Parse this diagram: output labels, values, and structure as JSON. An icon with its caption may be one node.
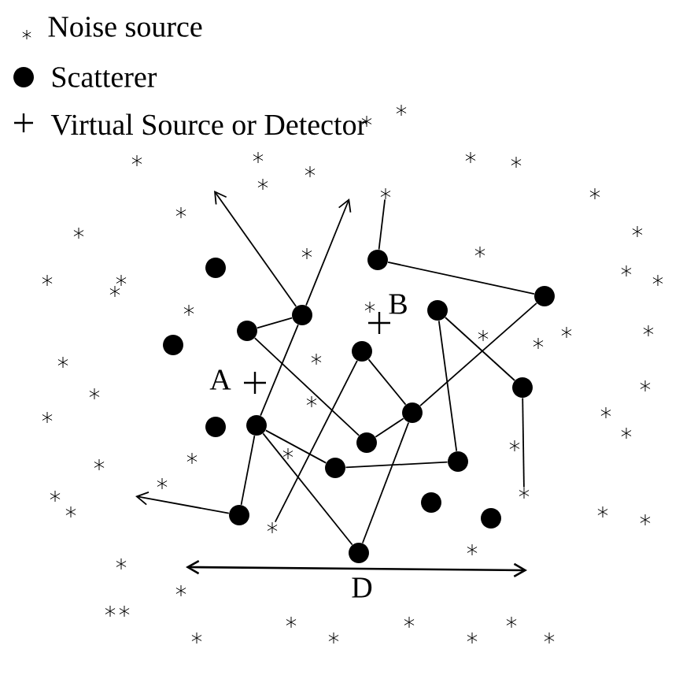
{
  "diagram": {
    "nodes": [
      {
        "text": [],
        "shape": "circle"
      },
      {
        "text": [],
        "shape": "circle"
      },
      {
        "text": [],
        "shape": "circle"
      },
      {
        "text": [],
        "shape": "circle"
      },
      {
        "text": [],
        "shape": "circle"
      },
      {
        "text": [],
        "shape": "circle"
      },
      {
        "text": [],
        "shape": "circle"
      },
      {
        "text": [],
        "shape": "circle"
      },
      {
        "text": [],
        "shape": "circle"
      },
      {
        "text": [],
        "shape": "circle"
      },
      {
        "text": [],
        "shape": "circle"
      },
      {
        "text": [],
        "shape": "circle"
      },
      {
        "text": [],
        "shape": "circle"
      },
      {
        "text": [],
        "shape": "circle"
      },
      {
        "text": [],
        "shape": "circle"
      },
      {
        "text": [],
        "shape": "circle"
      },
      {
        "text": [],
        "shape": "circle"
      },
      {
        "text": [],
        "shape": "circle"
      },
      {
        "text": [],
        "shape": "circle"
      },
      {
        "text": [],
        "shape": "asterisk"
      },
      {
        "text": [],
        "shape": "asterisk"
      },
      {
        "text": [],
        "shape": "asterisk"
      }
    ],
    "edges": [
      {
        "from": 3,
        "to": null,
        "arrow": "to"
      },
      {
        "from": 3,
        "to": null,
        "arrow": "to"
      },
      {
        "from": 3,
        "to": 5,
        "arrow": "none"
      },
      {
        "from": 3,
        "to": 11,
        "arrow": "none"
      },
      {
        "from": 5,
        "to": 12,
        "arrow": "none"
      },
      {
        "from": 12,
        "to": 8,
        "arrow": "none"
      },
      {
        "from": 8,
        "to": 2,
        "arrow": "none"
      },
      {
        "from": 1,
        "to": 2,
        "arrow": "none"
      },
      {
        "from": 1,
        "to": 19,
        "arrow": "none"
      },
      {
        "from": 7,
        "to": 8,
        "arrow": "none"
      },
      {
        "from": 7,
        "to": 21,
        "arrow": "none"
      },
      {
        "from": 4,
        "to": 13,
        "arrow": "none"
      },
      {
        "from": 4,
        "to": 9,
        "arrow": "none"
      },
      {
        "from": 9,
        "to": 20,
        "arrow": "none"
      },
      {
        "from": 11,
        "to": 14,
        "arrow": "none"
      },
      {
        "from": 14,
        "to": 13,
        "arrow": "none"
      },
      {
        "from": 11,
        "to": 16,
        "arrow": "none"
      },
      {
        "from": 16,
        "to": null,
        "arrow": "to"
      },
      {
        "from": 11,
        "to": 18,
        "arrow": "none"
      },
      {
        "from": 18,
        "to": 8,
        "arrow": "none"
      }
    ],
    "labels": [
      "B",
      "A",
      "D"
    ],
    "legend": [
      {
        "text": "Noise source"
      },
      {
        "text": "Scatterer"
      },
      {
        "text": "Virtual Source or Detector"
      }
    ]
  }
}
